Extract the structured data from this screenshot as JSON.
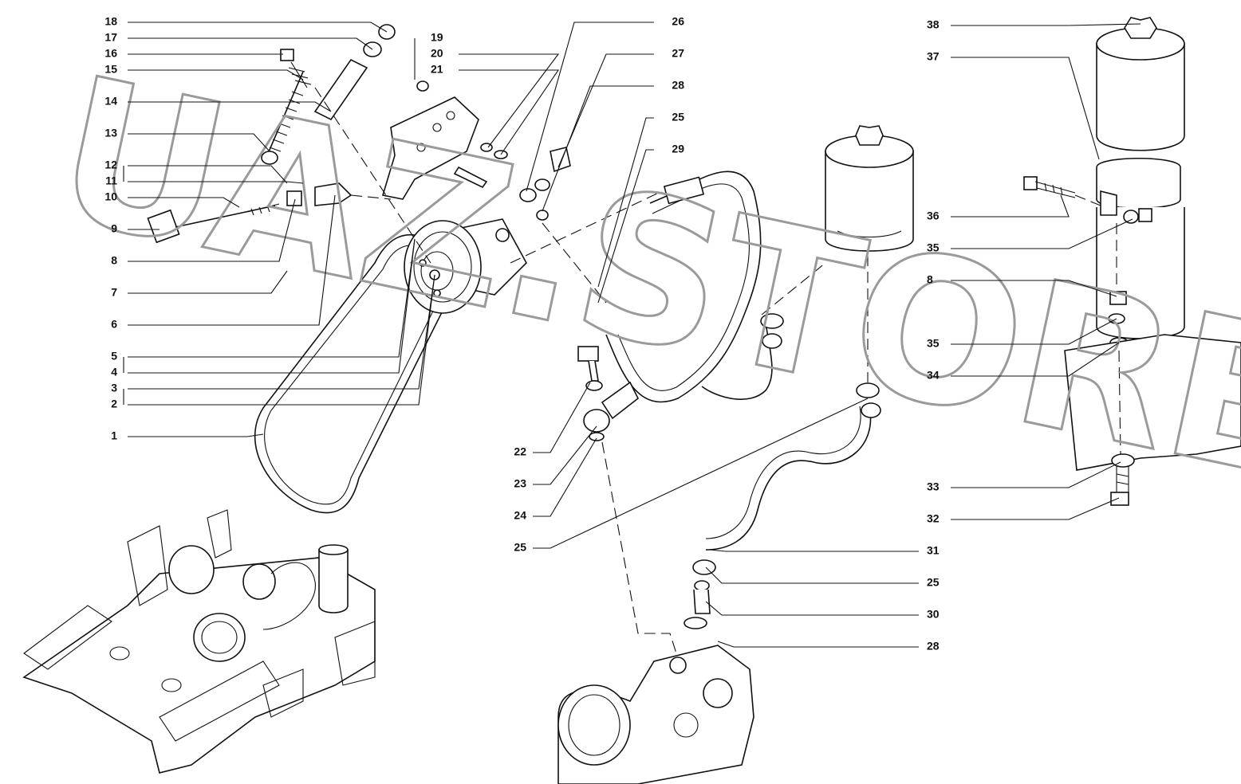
{
  "diagram": {
    "watermark": "UAZ.STORE",
    "callouts_left": [
      "18",
      "17",
      "16",
      "15",
      "14",
      "13",
      "12",
      "11",
      "10",
      "9",
      "8",
      "7",
      "6",
      "5",
      "4",
      "3",
      "2",
      "1"
    ],
    "callouts_middle_left": [
      "19",
      "20",
      "21"
    ],
    "callouts_center": [
      "26",
      "27",
      "28",
      "25",
      "29"
    ],
    "callouts_center_bottom": [
      "22",
      "23",
      "24",
      "25"
    ],
    "callouts_right_top": [
      "38",
      "37",
      "36",
      "35",
      "8",
      "35",
      "34",
      "33",
      "32"
    ],
    "callouts_right_bottom": [
      "31",
      "25",
      "30",
      "28"
    ]
  }
}
